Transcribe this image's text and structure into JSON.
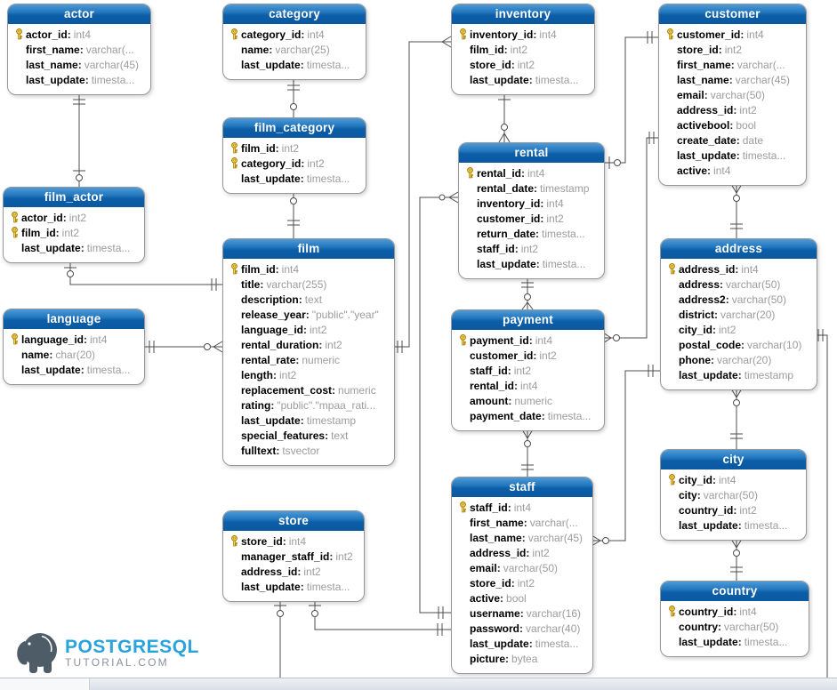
{
  "logo": {
    "brand": "POSTGRESQL",
    "suffix": "TUTORIAL.COM",
    "brand_color": "#2aa3dc",
    "suffix_color": "#8b929b",
    "elephant_color": "#4d5c66"
  },
  "colors": {
    "table_header_top": "#4e9ad8",
    "table_header_bottom": "#0a59a1",
    "column_type_text": "#9c9c9c",
    "connector_line": "#4c4c4c",
    "key_icon": "#ffd84d"
  },
  "tables": [
    {
      "name": "actor",
      "columns": [
        {
          "name": "actor_id",
          "type": "int4",
          "pk": true
        },
        {
          "name": "first_name",
          "type": "varchar(...",
          "pk": false
        },
        {
          "name": "last_name",
          "type": "varchar(45)",
          "pk": false
        },
        {
          "name": "last_update",
          "type": "timesta...",
          "pk": false
        }
      ]
    },
    {
      "name": "category",
      "columns": [
        {
          "name": "category_id",
          "type": "int4",
          "pk": true
        },
        {
          "name": "name",
          "type": "varchar(25)",
          "pk": false
        },
        {
          "name": "last_update",
          "type": "timesta...",
          "pk": false
        }
      ]
    },
    {
      "name": "inventory",
      "columns": [
        {
          "name": "inventory_id",
          "type": "int4",
          "pk": true
        },
        {
          "name": "film_id",
          "type": "int2",
          "pk": false
        },
        {
          "name": "store_id",
          "type": "int2",
          "pk": false
        },
        {
          "name": "last_update",
          "type": "timesta...",
          "pk": false
        }
      ]
    },
    {
      "name": "customer",
      "columns": [
        {
          "name": "customer_id",
          "type": "int4",
          "pk": true
        },
        {
          "name": "store_id",
          "type": "int2",
          "pk": false
        },
        {
          "name": "first_name",
          "type": "varchar(...",
          "pk": false
        },
        {
          "name": "last_name",
          "type": "varchar(45)",
          "pk": false
        },
        {
          "name": "email",
          "type": "varchar(50)",
          "pk": false
        },
        {
          "name": "address_id",
          "type": "int2",
          "pk": false
        },
        {
          "name": "activebool",
          "type": "bool",
          "pk": false
        },
        {
          "name": "create_date",
          "type": "date",
          "pk": false
        },
        {
          "name": "last_update",
          "type": "timesta...",
          "pk": false
        },
        {
          "name": "active",
          "type": "int4",
          "pk": false
        }
      ]
    },
    {
      "name": "film_category",
      "columns": [
        {
          "name": "film_id",
          "type": "int2",
          "pk": true
        },
        {
          "name": "category_id",
          "type": "int2",
          "pk": true
        },
        {
          "name": "last_update",
          "type": "timesta...",
          "pk": false
        }
      ]
    },
    {
      "name": "film_actor",
      "columns": [
        {
          "name": "actor_id",
          "type": "int2",
          "pk": true
        },
        {
          "name": "film_id",
          "type": "int2",
          "pk": true
        },
        {
          "name": "last_update",
          "type": "timesta...",
          "pk": false
        }
      ]
    },
    {
      "name": "rental",
      "columns": [
        {
          "name": "rental_id",
          "type": "int4",
          "pk": true
        },
        {
          "name": "rental_date",
          "type": "timestamp",
          "pk": false
        },
        {
          "name": "inventory_id",
          "type": "int4",
          "pk": false
        },
        {
          "name": "customer_id",
          "type": "int2",
          "pk": false
        },
        {
          "name": "return_date",
          "type": "timesta...",
          "pk": false
        },
        {
          "name": "staff_id",
          "type": "int2",
          "pk": false
        },
        {
          "name": "last_update",
          "type": "timesta...",
          "pk": false
        }
      ]
    },
    {
      "name": "language",
      "columns": [
        {
          "name": "language_id",
          "type": "int4",
          "pk": true
        },
        {
          "name": "name",
          "type": "char(20)",
          "pk": false
        },
        {
          "name": "last_update",
          "type": "timesta...",
          "pk": false
        }
      ]
    },
    {
      "name": "film",
      "columns": [
        {
          "name": "film_id",
          "type": "int4",
          "pk": true
        },
        {
          "name": "title",
          "type": "varchar(255)",
          "pk": false
        },
        {
          "name": "description",
          "type": "text",
          "pk": false
        },
        {
          "name": "release_year",
          "type": "\"public\".\"year\"",
          "pk": false
        },
        {
          "name": "language_id",
          "type": "int2",
          "pk": false
        },
        {
          "name": "rental_duration",
          "type": "int2",
          "pk": false
        },
        {
          "name": "rental_rate",
          "type": "numeric",
          "pk": false
        },
        {
          "name": "length",
          "type": "int2",
          "pk": false
        },
        {
          "name": "replacement_cost",
          "type": "numeric",
          "pk": false
        },
        {
          "name": "rating",
          "type": "\"public\".\"mpaa_rati...",
          "pk": false
        },
        {
          "name": "last_update",
          "type": "timestamp",
          "pk": false
        },
        {
          "name": "special_features",
          "type": "text",
          "pk": false
        },
        {
          "name": "fulltext",
          "type": "tsvector",
          "pk": false
        }
      ]
    },
    {
      "name": "address",
      "columns": [
        {
          "name": "address_id",
          "type": "int4",
          "pk": true
        },
        {
          "name": "address",
          "type": "varchar(50)",
          "pk": false
        },
        {
          "name": "address2",
          "type": "varchar(50)",
          "pk": false
        },
        {
          "name": "district",
          "type": "varchar(20)",
          "pk": false
        },
        {
          "name": "city_id",
          "type": "int2",
          "pk": false
        },
        {
          "name": "postal_code",
          "type": "varchar(10)",
          "pk": false
        },
        {
          "name": "phone",
          "type": "varchar(20)",
          "pk": false
        },
        {
          "name": "last_update",
          "type": "timestamp",
          "pk": false
        }
      ]
    },
    {
      "name": "payment",
      "columns": [
        {
          "name": "payment_id",
          "type": "int4",
          "pk": true
        },
        {
          "name": "customer_id",
          "type": "int2",
          "pk": false
        },
        {
          "name": "staff_id",
          "type": "int2",
          "pk": false
        },
        {
          "name": "rental_id",
          "type": "int4",
          "pk": false
        },
        {
          "name": "amount",
          "type": "numeric",
          "pk": false
        },
        {
          "name": "payment_date",
          "type": "timesta...",
          "pk": false
        }
      ]
    },
    {
      "name": "city",
      "columns": [
        {
          "name": "city_id",
          "type": "int4",
          "pk": true
        },
        {
          "name": "city",
          "type": "varchar(50)",
          "pk": false
        },
        {
          "name": "country_id",
          "type": "int2",
          "pk": false
        },
        {
          "name": "last_update",
          "type": "timesta...",
          "pk": false
        }
      ]
    },
    {
      "name": "staff",
      "columns": [
        {
          "name": "staff_id",
          "type": "int4",
          "pk": true
        },
        {
          "name": "first_name",
          "type": "varchar(...",
          "pk": false
        },
        {
          "name": "last_name",
          "type": "varchar(45)",
          "pk": false
        },
        {
          "name": "address_id",
          "type": "int2",
          "pk": false
        },
        {
          "name": "email",
          "type": "varchar(50)",
          "pk": false
        },
        {
          "name": "store_id",
          "type": "int2",
          "pk": false
        },
        {
          "name": "active",
          "type": "bool",
          "pk": false
        },
        {
          "name": "username",
          "type": "varchar(16)",
          "pk": false
        },
        {
          "name": "password",
          "type": "varchar(40)",
          "pk": false
        },
        {
          "name": "last_update",
          "type": "timesta...",
          "pk": false
        },
        {
          "name": "picture",
          "type": "bytea",
          "pk": false
        }
      ]
    },
    {
      "name": "store",
      "columns": [
        {
          "name": "store_id",
          "type": "int4",
          "pk": true
        },
        {
          "name": "manager_staff_id",
          "type": "int2",
          "pk": false
        },
        {
          "name": "address_id",
          "type": "int2",
          "pk": false
        },
        {
          "name": "last_update",
          "type": "timesta...",
          "pk": false
        }
      ]
    },
    {
      "name": "country",
      "columns": [
        {
          "name": "country_id",
          "type": "int4",
          "pk": true
        },
        {
          "name": "country",
          "type": "varchar(50)",
          "pk": false
        },
        {
          "name": "last_update",
          "type": "timesta...",
          "pk": false
        }
      ]
    }
  ],
  "relationships": [
    {
      "from": "actor",
      "to": "film_actor"
    },
    {
      "from": "category",
      "to": "film_category"
    },
    {
      "from": "film_category",
      "to": "film"
    },
    {
      "from": "film_actor",
      "to": "film"
    },
    {
      "from": "language",
      "to": "film"
    },
    {
      "from": "film",
      "to": "inventory"
    },
    {
      "from": "inventory",
      "to": "rental"
    },
    {
      "from": "rental",
      "to": "customer"
    },
    {
      "from": "rental",
      "to": "payment"
    },
    {
      "from": "payment",
      "to": "customer"
    },
    {
      "from": "payment",
      "to": "staff"
    },
    {
      "from": "rental",
      "to": "staff"
    },
    {
      "from": "customer",
      "to": "address"
    },
    {
      "from": "address",
      "to": "city"
    },
    {
      "from": "city",
      "to": "country"
    },
    {
      "from": "store",
      "to": "staff"
    },
    {
      "from": "store",
      "to": "address"
    },
    {
      "from": "staff",
      "to": "address"
    }
  ]
}
